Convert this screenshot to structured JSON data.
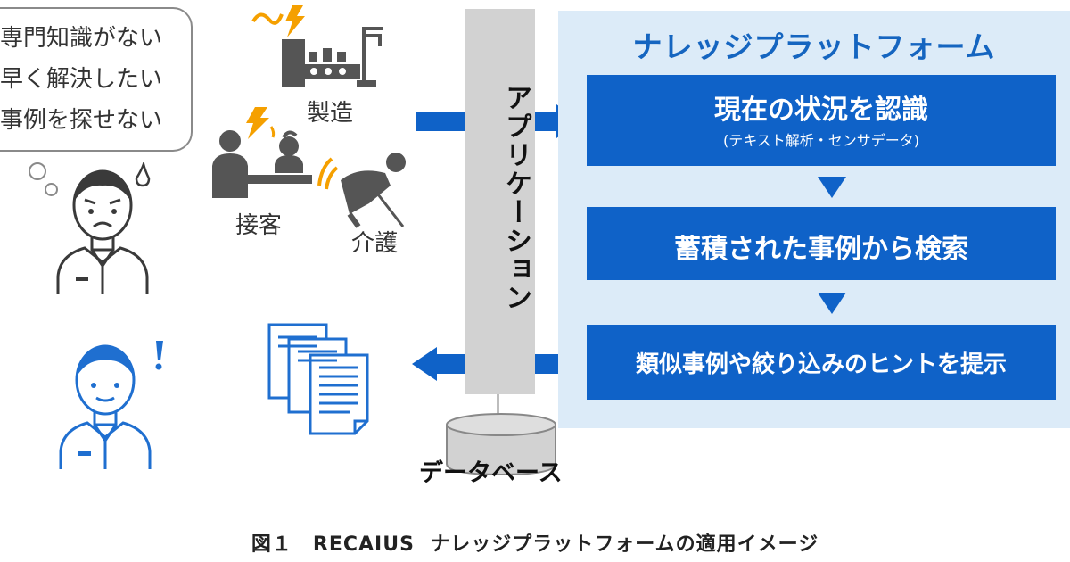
{
  "bubble": {
    "lines": [
      "専門知識がない",
      "早く解決したい",
      "事例を探せない"
    ]
  },
  "industries": {
    "manufacturing": "製造",
    "customer_service": "接客",
    "nursing_care": "介護"
  },
  "application": {
    "label": "アプリケーション"
  },
  "database": {
    "label": "データベース"
  },
  "platform": {
    "title": "ナレッジプラットフォーム",
    "steps": [
      {
        "main": "現在の状況を認識",
        "sub": "(テキスト解析・センサデータ)"
      },
      {
        "main": "蓄積された事例から検索"
      },
      {
        "main": "類似事例や絞り込みのヒントを提示"
      }
    ]
  },
  "caption": {
    "fig": "図１",
    "text": "RECAIUS  ナレッジプラットフォームの適用イメージ"
  },
  "colors": {
    "primary_blue": "#0f62c8",
    "panel_bg": "#dcebf8",
    "title_blue": "#1565c0",
    "alert_orange": "#f5a000",
    "column_gray": "#d2d2d2"
  },
  "icons": [
    "worried-person-icon",
    "relieved-person-icon",
    "factory-icon",
    "clerk-icon",
    "caregiver-icon",
    "documents-icon",
    "database-icon",
    "lightning-icon",
    "exclamation-icon"
  ]
}
